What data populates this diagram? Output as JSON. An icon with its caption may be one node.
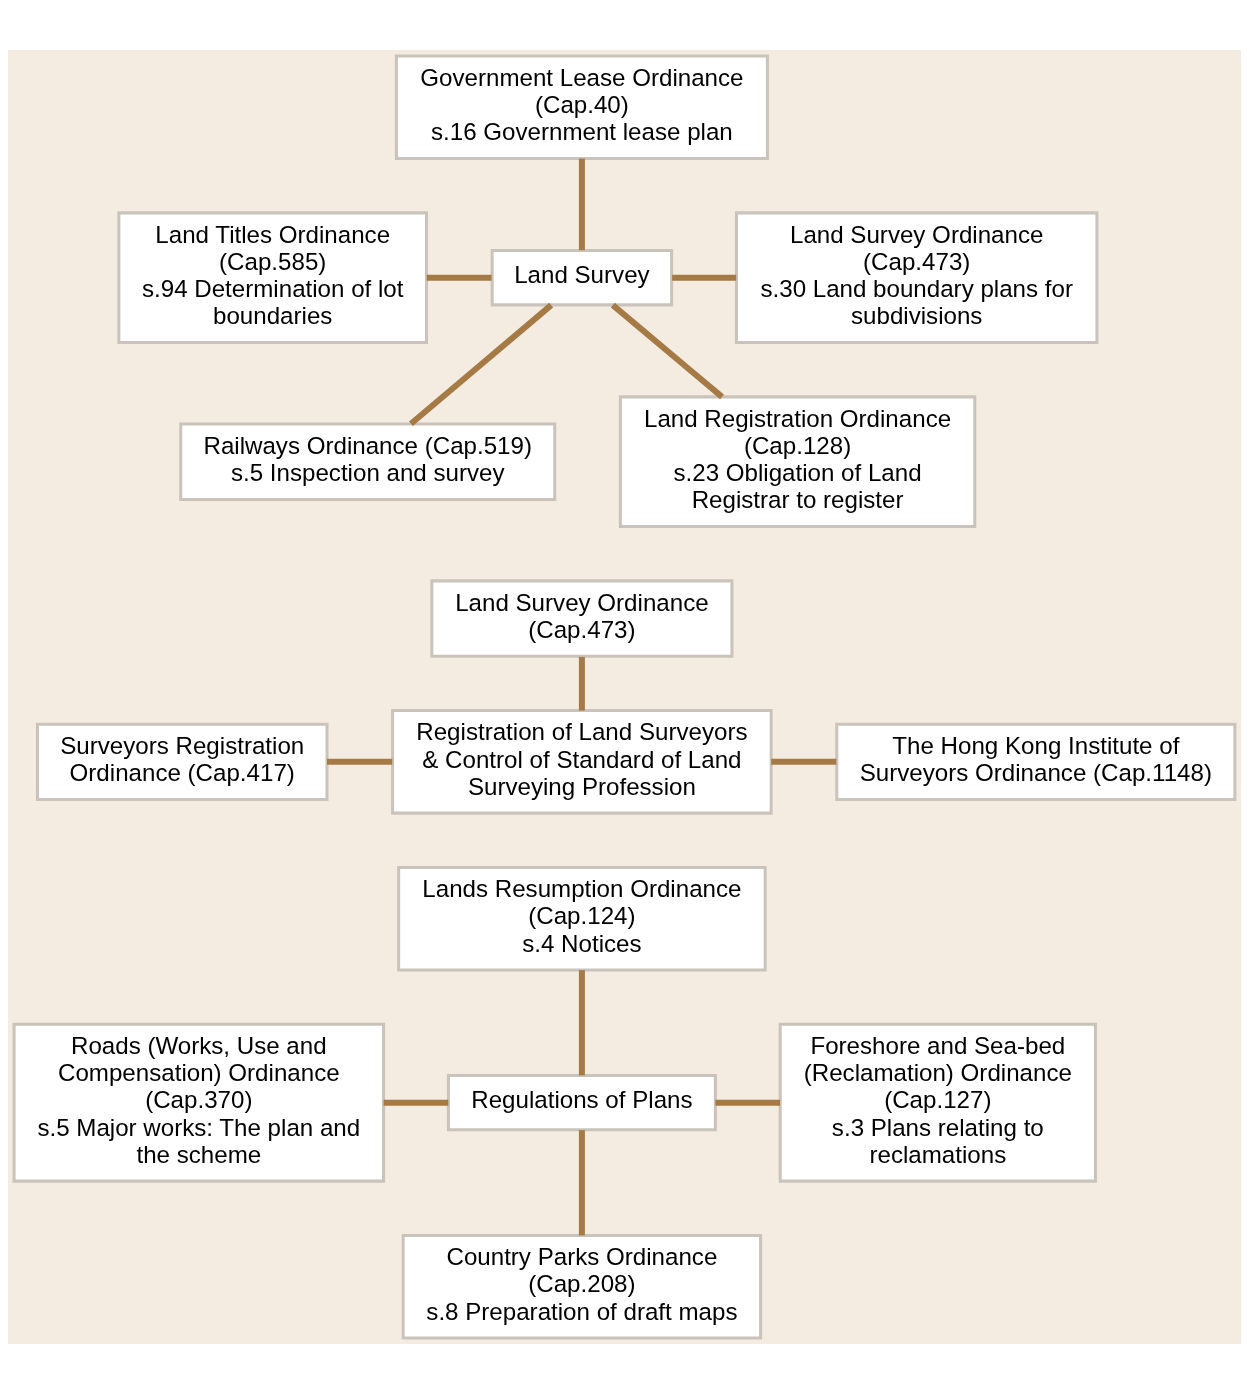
{
  "diagram": {
    "nodes": [
      {
        "text": [
          "Government Lease Ordinance (Cap.40)",
          "s.16 Government lease plan"
        ]
      },
      {
        "text": [
          "Land Titles Ordinance (Cap.585)",
          "s.94 Determination of lot boundaries"
        ]
      },
      {
        "text": [
          "Land Survey"
        ]
      },
      {
        "text": [
          "Land Survey Ordinance (Cap.473)",
          "s.30 Land boundary plans for subdivisions"
        ]
      },
      {
        "text": [
          "Railways Ordinance (Cap.519)",
          "s.5 Inspection and survey"
        ]
      },
      {
        "text": [
          "Land Registration Ordinance (Cap.128)",
          "s.23 Obligation of Land Registrar to register"
        ]
      },
      {
        "text": [
          "Land Survey Ordinance (Cap.473)"
        ]
      },
      {
        "text": [
          "Registration of Land Surveyors & Control of Standard of Land Surveying Profession"
        ]
      },
      {
        "text": [
          "Surveyors Registration Ordinance (Cap.417)"
        ]
      },
      {
        "text": [
          "The Hong Kong Institute of Surveyors Ordinance (Cap.1148)"
        ]
      },
      {
        "text": [
          "Lands Resumption Ordinance (Cap.124)",
          "s.4 Notices"
        ]
      },
      {
        "text": [
          "Roads (Works, Use and Compensation) Ordinance (Cap.370)",
          "s.5 Major works: The plan and the scheme"
        ]
      },
      {
        "text": [
          "Regulations of Plans"
        ]
      },
      {
        "text": [
          "Foreshore and Sea-bed (Reclamation) Ordinance (Cap.127)",
          "s.3 Plans relating to reclamations"
        ]
      },
      {
        "text": [
          "Country Parks Ordinance (Cap.208)",
          "s.8 Preparation of draft maps"
        ]
      }
    ],
    "edges": [
      {
        "from": 0,
        "to": 2,
        "arrow": "none"
      },
      {
        "from": 1,
        "to": 2,
        "arrow": "none"
      },
      {
        "from": 2,
        "to": 3,
        "arrow": "none"
      },
      {
        "from": 2,
        "to": 4,
        "arrow": "none"
      },
      {
        "from": 2,
        "to": 5,
        "arrow": "none"
      },
      {
        "from": 6,
        "to": 7,
        "arrow": "none"
      },
      {
        "from": 8,
        "to": 7,
        "arrow": "none"
      },
      {
        "from": 7,
        "to": 9,
        "arrow": "none"
      },
      {
        "from": 10,
        "to": 12,
        "arrow": "none"
      },
      {
        "from": 11,
        "to": 12,
        "arrow": "none"
      },
      {
        "from": 12,
        "to": 13,
        "arrow": "none"
      },
      {
        "from": 12,
        "to": 14,
        "arrow": "none"
      }
    ]
  }
}
